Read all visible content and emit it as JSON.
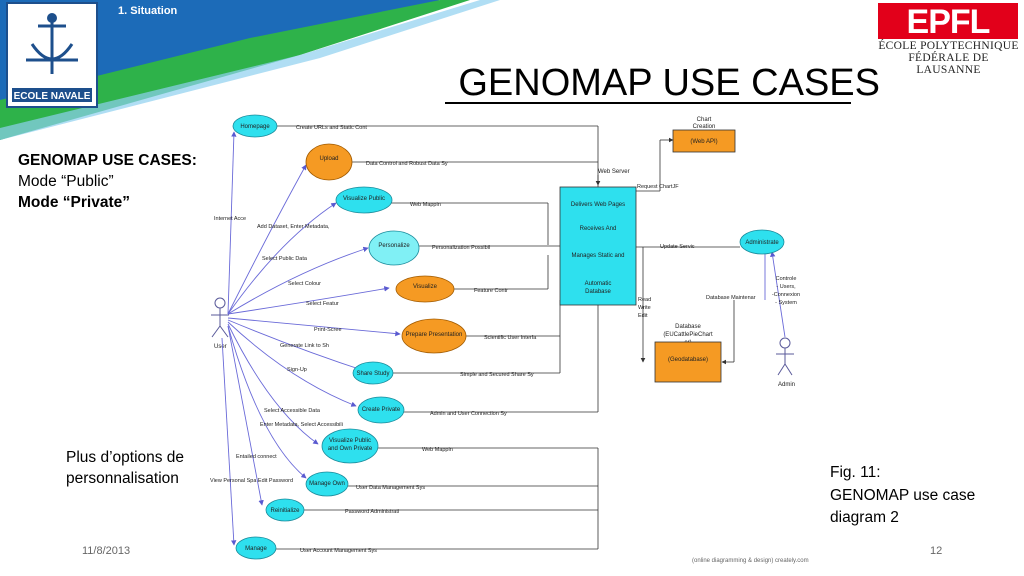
{
  "header": {
    "section": "1. Situation",
    "title": "GENOMAP USE CASES",
    "logo_left_text": "ECOLE NAVALE",
    "logo_right_lines": [
      "ÉCOLE POLYTECHNIQUE",
      "FÉDÉRALE DE LAUSANNE"
    ]
  },
  "left_notes": {
    "heading": "GENOMAP USE CASES:",
    "line1": "Mode “Public”",
    "line2": "Mode “Private”"
  },
  "more_options": [
    "Plus d’options de",
    "personnalisation"
  ],
  "caption": [
    "Fig. 11:",
    "GENOMAP use case",
    "diagram 2"
  ],
  "footer": {
    "date": "11/8/2013",
    "page": "12",
    "watermark": "(online diagramming & design) creately.com"
  },
  "colors": {
    "cyan": "#2ee0ee",
    "orange": "#f59a23",
    "banner_blue": "#1c6bb8",
    "banner_green": "#2eb24a"
  },
  "diagram": {
    "actor_user": "User",
    "actor_admin": "Admin",
    "use_cases": [
      {
        "key": "homepage",
        "label": "Homepage",
        "color": "cyan"
      },
      {
        "key": "upload",
        "label": "Upload",
        "color": "orange"
      },
      {
        "key": "visualize_public",
        "label": "Visualize Public",
        "color": "cyan"
      },
      {
        "key": "personalize",
        "label": "Personalize",
        "color": "cyan"
      },
      {
        "key": "visualize",
        "label": "Visualize",
        "color": "orange"
      },
      {
        "key": "prepare_presentation",
        "label": "Prepare Presentation",
        "color": "orange"
      },
      {
        "key": "share_study",
        "label": "Share Study",
        "color": "cyan"
      },
      {
        "key": "create_private",
        "label": "Create Private",
        "color": "cyan"
      },
      {
        "key": "visualize_own",
        "label": "Visualize Public and Own Private",
        "color": "cyan"
      },
      {
        "key": "manage_own",
        "label": "Manage Own",
        "color": "cyan"
      },
      {
        "key": "reinitialize",
        "label": "Reinitialize",
        "color": "cyan"
      },
      {
        "key": "manage",
        "label": "Manage",
        "color": "cyan"
      },
      {
        "key": "administrate",
        "label": "Administrate",
        "color": "cyan"
      }
    ],
    "actor_links": {
      "internet_access": "Internet Acce",
      "add_dataset": "Add Dataset, Enter Metadata,",
      "select_public": "Select Public Data",
      "select_colour": "Select Colour",
      "select_feature": "Select Featur",
      "print_screen": "Print-Scree",
      "generate_link": "Generate Link to Sh",
      "sign_up": "Sign-Up",
      "select_accessible": "Select Accessible Data",
      "enter_metadata": "Enter Metadata, Select Accessibili",
      "entailed_connect": "Entailed connect",
      "view_personal": "View Personal Spa Edit Password"
    },
    "system_links": {
      "homepage": "Create URLs and Static Cont",
      "upload": "Data Control and Robust Data Sy",
      "visualize_public": "Web Mappin",
      "personalize": "Personalization Possibil",
      "visualize": "Feature Contr",
      "prepare_presentation": "Scientific User Interfa",
      "share_study": "Simple and Secured Share Sy",
      "create_private": "Admin and User Connection Sy",
      "visualize_own": "Web Mappin",
      "manage_own": "User Data Management Sys",
      "reinitialize": "Password Administrati",
      "manage": "User Account Management Sys"
    },
    "web_server_label": "Web Server",
    "web_server_box": [
      "Delivers Web Pages",
      "Receives And",
      "Manages Static and",
      "Automatic",
      "Database"
    ],
    "chart_creation": [
      "Chart",
      "Creation",
      "(Web API)"
    ],
    "request_chart": "Request ChartJF",
    "update_service": "Update Servic",
    "read_write": [
      "Read",
      "Write",
      "Edit"
    ],
    "database_maint": "Database Maintenar",
    "database_label": [
      "Database",
      "(EUCattlePieChart",
      "er)"
    ],
    "geodatabase": "(Geodatabase)",
    "controls": [
      "Controle",
      "- Users,",
      "-Connexion",
      "- System"
    ]
  }
}
